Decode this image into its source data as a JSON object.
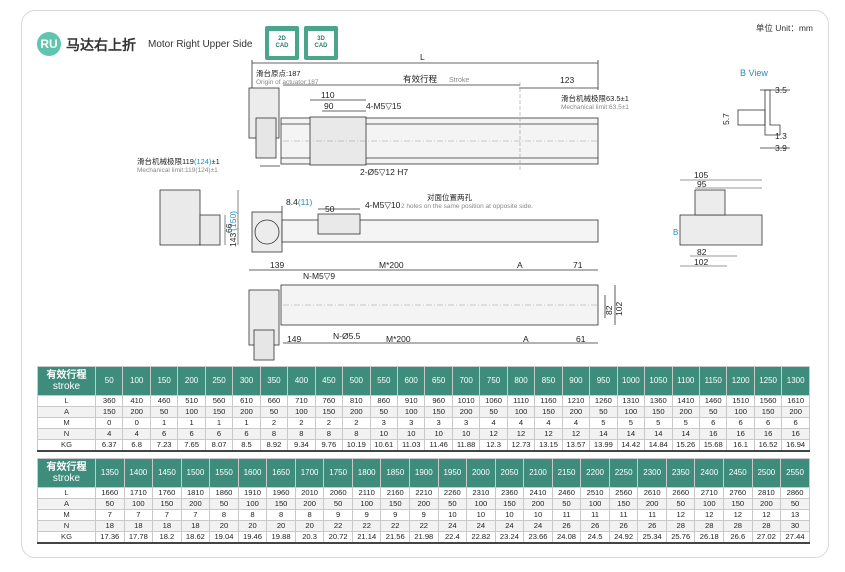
{
  "header": {
    "badge": "RU",
    "title_cn": "马达右上折",
    "title_en": "Motor Right Upper Side",
    "cad2d_l1": "2D",
    "cad2d_l2": "CAD",
    "cad3d_l1": "3D",
    "cad3d_l2": "CAD",
    "unit": "单位 Unit：mm"
  },
  "drawing": {
    "L": "L",
    "origin_cn": "滑台原点:187",
    "origin_en": "Origin of actuator:187",
    "stroke_cn": "有效行程",
    "stroke_en": "Stroke",
    "d123": "123",
    "d110": "110",
    "d90": "90",
    "hole_4m5_15": "4-M5▽15",
    "mech_right_cn": "滑台机械极限63.5±1",
    "mech_right_en": "Mechanical limit:63.5±1",
    "mech_left_cn_a": "滑台机械极限119",
    "mech_left_cn_b": "(124)",
    "mech_left_cn_c": "±1",
    "mech_left_en": "Mechanical limit:119(124)±1",
    "pin_2o5": "2-Ø5▽12 H7",
    "d8_4": "8.4",
    "d11": "(11)",
    "d50": "50",
    "hole_4m5_10": "4-M5▽10",
    "opp_cn": "对面位置两孔",
    "opp_en": "2 holes on the same position at opposite side.",
    "d66": "66",
    "d143": "143",
    "d150": "(150)",
    "view_b": "B View",
    "v3_5": "3.5",
    "v5_7": "5.7",
    "v1_3": "1.3",
    "v3_9": "3.9",
    "d105": "105",
    "d95": "95",
    "d82b": "82",
    "d102b": "102",
    "b_label": "B",
    "d139": "139",
    "m200_top": "M*200",
    "a_top": "A",
    "d71": "71",
    "nm5": "N-M5▽9",
    "d82": "82",
    "d102": "102",
    "no5": "N-Ø5.5",
    "d149": "149",
    "m200_bot": "M*200",
    "a_bot": "A",
    "d61": "61"
  },
  "table1": {
    "head_cn": "有效行程",
    "head_en": "stroke",
    "strokes": [
      "50",
      "100",
      "150",
      "200",
      "250",
      "300",
      "350",
      "400",
      "450",
      "500",
      "550",
      "600",
      "650",
      "700",
      "750",
      "800",
      "850",
      "900",
      "950",
      "1000",
      "1050",
      "1100",
      "1150",
      "1200",
      "1250",
      "1300"
    ],
    "rows": [
      {
        "label": "L",
        "values": [
          "360",
          "410",
          "460",
          "510",
          "560",
          "610",
          "660",
          "710",
          "760",
          "810",
          "860",
          "910",
          "960",
          "1010",
          "1060",
          "1110",
          "1160",
          "1210",
          "1260",
          "1310",
          "1360",
          "1410",
          "1460",
          "1510",
          "1560",
          "1610"
        ]
      },
      {
        "label": "A",
        "values": [
          "150",
          "200",
          "50",
          "100",
          "150",
          "200",
          "50",
          "100",
          "150",
          "200",
          "50",
          "100",
          "150",
          "200",
          "50",
          "100",
          "150",
          "200",
          "50",
          "100",
          "150",
          "200",
          "50",
          "100",
          "150",
          "200"
        ]
      },
      {
        "label": "M",
        "values": [
          "0",
          "0",
          "1",
          "1",
          "1",
          "1",
          "2",
          "2",
          "2",
          "2",
          "3",
          "3",
          "3",
          "3",
          "4",
          "4",
          "4",
          "4",
          "5",
          "5",
          "5",
          "5",
          "6",
          "6",
          "6",
          "6"
        ]
      },
      {
        "label": "N",
        "values": [
          "4",
          "4",
          "6",
          "6",
          "6",
          "6",
          "8",
          "8",
          "8",
          "8",
          "10",
          "10",
          "10",
          "10",
          "12",
          "12",
          "12",
          "12",
          "14",
          "14",
          "14",
          "14",
          "16",
          "16",
          "16",
          "16"
        ]
      },
      {
        "label": "KG",
        "values": [
          "6.37",
          "6.8",
          "7.23",
          "7.65",
          "8.07",
          "8.5",
          "8.92",
          "9.34",
          "9.76",
          "10.19",
          "10.61",
          "11.03",
          "11.46",
          "11.88",
          "12.3",
          "12.73",
          "13.15",
          "13.57",
          "13.99",
          "14.42",
          "14.84",
          "15.26",
          "15.68",
          "16.1",
          "16.52",
          "16.94"
        ]
      }
    ]
  },
  "table2": {
    "head_cn": "有效行程",
    "head_en": "stroke",
    "strokes": [
      "1350",
      "1400",
      "1450",
      "1500",
      "1550",
      "1600",
      "1650",
      "1700",
      "1750",
      "1800",
      "1850",
      "1900",
      "1950",
      "2000",
      "2050",
      "2100",
      "2150",
      "2200",
      "2250",
      "2300",
      "2350",
      "2400",
      "2450",
      "2500",
      "2550"
    ],
    "rows": [
      {
        "label": "L",
        "values": [
          "1660",
          "1710",
          "1760",
          "1810",
          "1860",
          "1910",
          "1960",
          "2010",
          "2060",
          "2110",
          "2160",
          "2210",
          "2260",
          "2310",
          "2360",
          "2410",
          "2460",
          "2510",
          "2560",
          "2610",
          "2660",
          "2710",
          "2760",
          "2810",
          "2860"
        ]
      },
      {
        "label": "A",
        "values": [
          "50",
          "100",
          "150",
          "200",
          "50",
          "100",
          "150",
          "200",
          "50",
          "100",
          "150",
          "200",
          "50",
          "100",
          "150",
          "200",
          "50",
          "100",
          "150",
          "200",
          "50",
          "100",
          "150",
          "200",
          "50"
        ]
      },
      {
        "label": "M",
        "values": [
          "7",
          "7",
          "7",
          "7",
          "8",
          "8",
          "8",
          "8",
          "9",
          "9",
          "9",
          "9",
          "10",
          "10",
          "10",
          "10",
          "11",
          "11",
          "11",
          "11",
          "12",
          "12",
          "12",
          "12",
          "13"
        ]
      },
      {
        "label": "N",
        "values": [
          "18",
          "18",
          "18",
          "18",
          "20",
          "20",
          "20",
          "20",
          "22",
          "22",
          "22",
          "22",
          "24",
          "24",
          "24",
          "24",
          "26",
          "26",
          "26",
          "26",
          "28",
          "28",
          "28",
          "28",
          "30"
        ]
      },
      {
        "label": "KG",
        "values": [
          "17.36",
          "17.78",
          "18.2",
          "18.62",
          "19.04",
          "19.46",
          "19.88",
          "20.3",
          "20.72",
          "21.14",
          "21.56",
          "21.98",
          "22.4",
          "22.82",
          "23.24",
          "23.66",
          "24.08",
          "24.5",
          "24.92",
          "25.34",
          "25.76",
          "26.18",
          "26.6",
          "27.02",
          "27.44"
        ]
      }
    ]
  }
}
